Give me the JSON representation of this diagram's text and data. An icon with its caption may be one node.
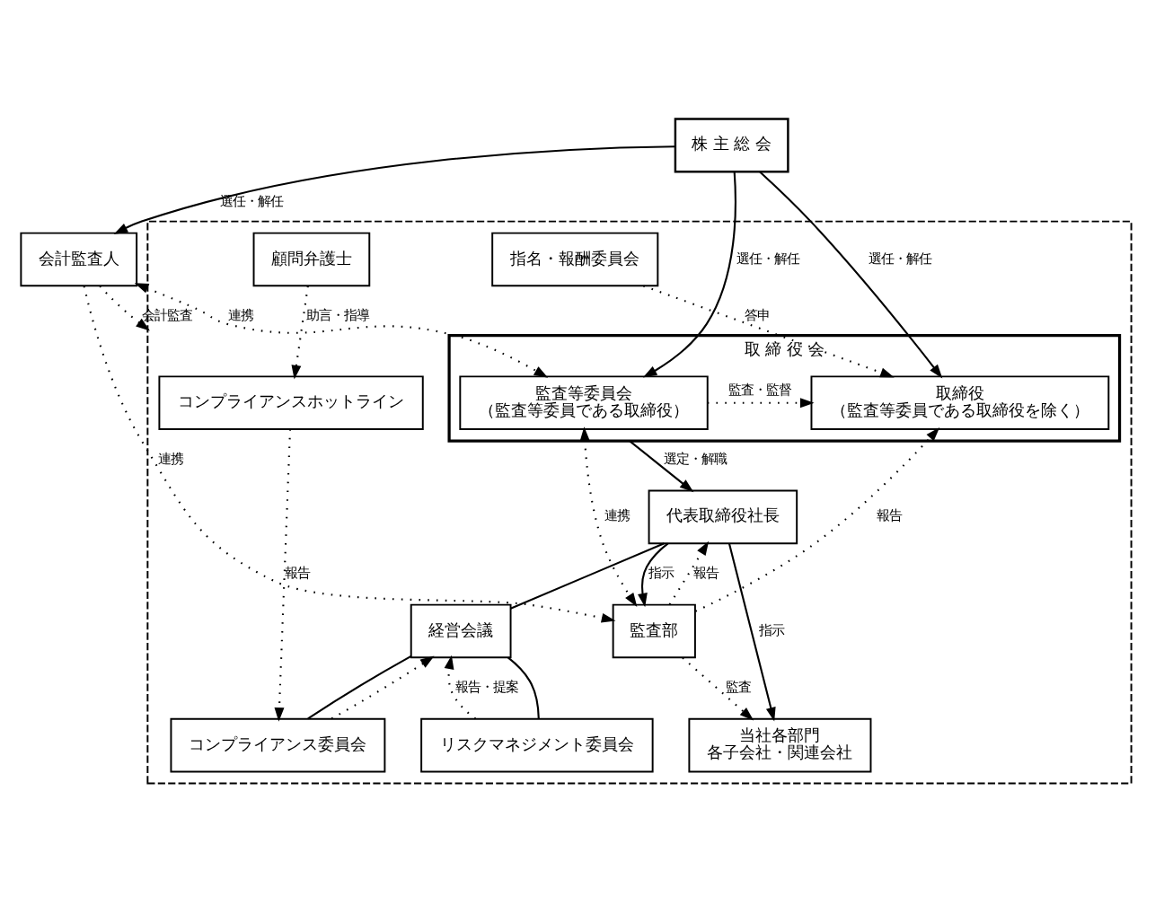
{
  "diagram": {
    "nodes": [
      {
        "text": [
          "株 主 総 会"
        ]
      },
      {
        "text": [],
        "shape": "box"
      },
      {
        "text": [
          "取 締 役 会"
        ],
        "in": 1
      },
      {
        "text": [
          "監査等委員会",
          "（監査等委員である取締役）"
        ],
        "in": 2
      },
      {
        "text": [
          "取締役",
          "（監査等委員である取締役を除く）"
        ],
        "in": 2
      },
      {
        "text": [
          "会計監査人"
        ]
      },
      {
        "text": [
          "指名・報酬委員会"
        ],
        "in": 1
      },
      {
        "text": [
          "代表取締役社長"
        ],
        "in": 1
      },
      {
        "text": [
          "監査部"
        ],
        "in": 1
      },
      {
        "text": [
          "経営会議"
        ],
        "in": 1
      },
      {
        "text": [
          "リスクマネジメント委員会"
        ],
        "in": 1
      },
      {
        "text": [
          "コンプライアンス委員会"
        ],
        "in": 1
      },
      {
        "text": [
          "コンプライアンスホットライン"
        ],
        "in": 1
      },
      {
        "text": [
          "当社各部門",
          "各子会社・関連会社"
        ],
        "in": 1
      },
      {
        "text": [
          "顧問弁護士"
        ],
        "in": 1
      }
    ],
    "edges": [
      {
        "from": 0,
        "to": 5,
        "arrow": "to",
        "label": "選任・解任"
      },
      {
        "from": 0,
        "to": 3,
        "arrow": "to",
        "label": "選任・解任"
      },
      {
        "from": 0,
        "to": 4,
        "arrow": "to",
        "label": "選任・解任"
      },
      {
        "from": 5,
        "to": 3,
        "arrow": "both",
        "label": "連携",
        "style": "dashed"
      },
      {
        "from": 3,
        "to": 4,
        "arrow": "to",
        "label": "監査・監督",
        "style": "dashed"
      },
      {
        "from": 8,
        "to": 4,
        "arrow": "to",
        "label": "報告",
        "style": "dashed"
      },
      {
        "from": 6,
        "to": 4,
        "arrow": "to",
        "label": "答申",
        "style": "dashed"
      },
      {
        "from": 2,
        "to": 7,
        "arrow": "to",
        "label": "選定・解職"
      },
      {
        "from": 8,
        "to": 7,
        "arrow": "to",
        "label": "報告",
        "style": "dashed"
      },
      {
        "from": 3,
        "to": 8,
        "arrow": "both",
        "label": "連携",
        "style": "dashed"
      },
      {
        "from": 5,
        "to": 8,
        "arrow": "to",
        "label": "連携",
        "style": "dashed"
      },
      {
        "from": 5,
        "to": 1,
        "arrow": "to",
        "label": "会計監査",
        "style": "dashed"
      },
      {
        "from": 7,
        "to": 8,
        "arrow": "to",
        "label": "指示"
      },
      {
        "from": 7,
        "to": 13,
        "arrow": "to",
        "label": "指示"
      },
      {
        "from": 7,
        "to": 9,
        "arrow": "none"
      },
      {
        "from": 9,
        "to": 10,
        "arrow": "none"
      },
      {
        "from": 9,
        "to": 11,
        "arrow": "none"
      },
      {
        "from": 10,
        "to": 9,
        "arrow": "to",
        "label": "報告・提案",
        "style": "dashed"
      },
      {
        "from": 11,
        "to": 9,
        "arrow": "to",
        "style": "dashed"
      },
      {
        "from": 12,
        "to": 11,
        "arrow": "to",
        "label": "報告",
        "style": "dashed"
      },
      {
        "from": 14,
        "to": 12,
        "arrow": "to",
        "label": "助言・指導",
        "style": "dashed"
      },
      {
        "from": 8,
        "to": 13,
        "arrow": "to",
        "label": "監査",
        "style": "dashed"
      }
    ]
  }
}
